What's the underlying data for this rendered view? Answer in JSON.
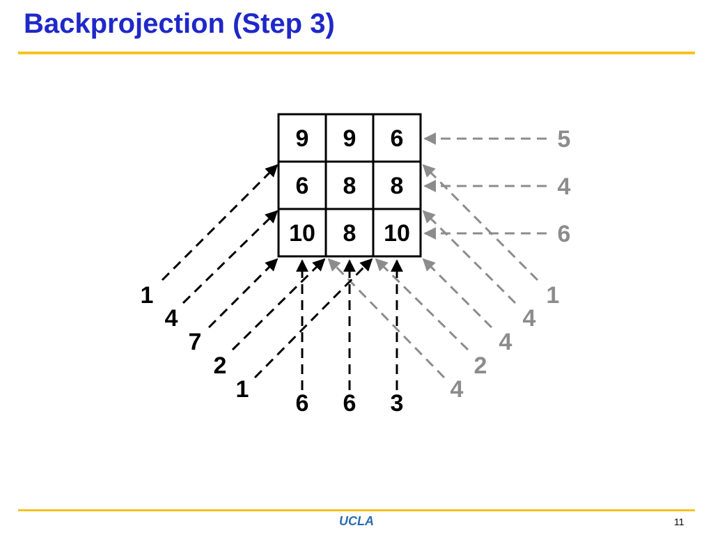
{
  "slide": {
    "title": "Backprojection (Step 3)",
    "footer_logo": "UCLA",
    "page_number": "11"
  },
  "grid": {
    "rows": [
      [
        "9",
        "9",
        "6"
      ],
      [
        "6",
        "8",
        "8"
      ],
      [
        "10",
        "8",
        "10"
      ]
    ]
  },
  "projections": {
    "horizontal_right": [
      "5",
      "4",
      "6"
    ],
    "vertical_bottom": [
      "6",
      "6",
      "3"
    ],
    "diagonal_left_up": [
      "1",
      "4",
      "7",
      "2",
      "1"
    ],
    "diagonal_right_up": [
      "1",
      "4",
      "4",
      "2",
      "4"
    ]
  },
  "colors": {
    "title": "#1f28c8",
    "rule": "#f7c21c",
    "arrow_black": "#000000",
    "arrow_gray": "#8c8c8c",
    "logo": "#2b6cb0"
  }
}
